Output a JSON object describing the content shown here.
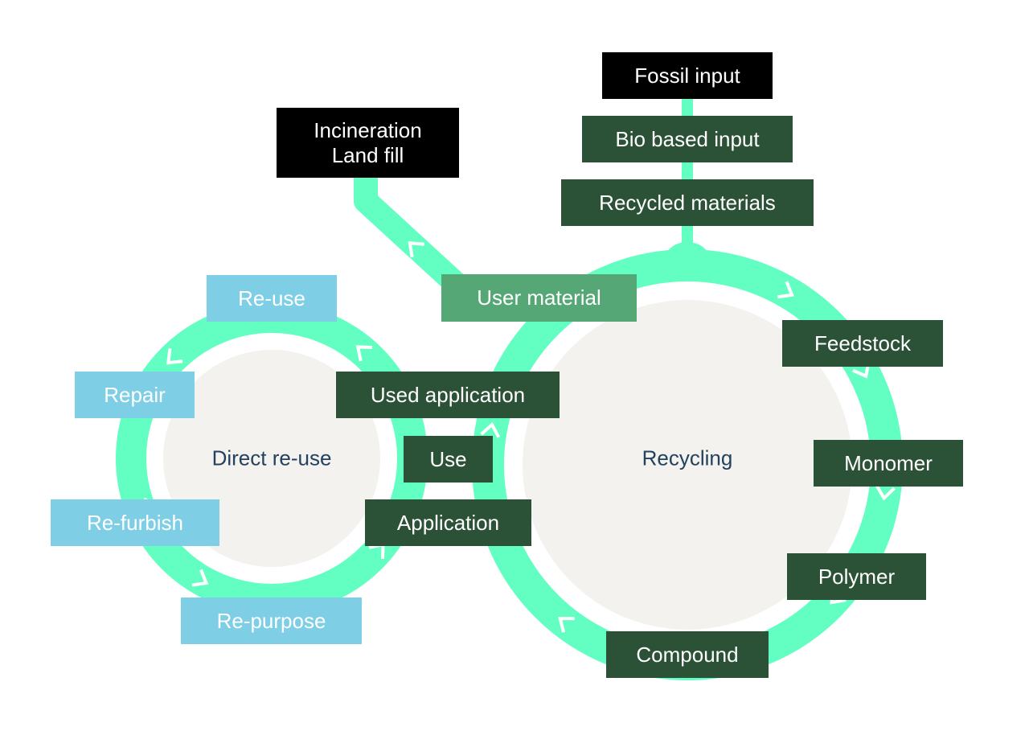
{
  "colors": {
    "flow": "#63ffc2",
    "circle_fill": "#f3f2ef",
    "black_box": "#000000",
    "dark_green_box": "#2b5136",
    "mid_green_box": "#55a776",
    "light_blue_box": "#7ecfe6",
    "center_text": "#24415e"
  },
  "inputs": {
    "fossil": "Fossil input",
    "bio": "Bio based input",
    "recycled": "Recycled materials"
  },
  "disposal": {
    "line1": "Incineration",
    "line2": "Land fill"
  },
  "direct_cycle": {
    "center": "Direct re-use",
    "reuse": "Re-use",
    "repair": "Repair",
    "refurbish": "Re-furbish",
    "repurpose": "Re-purpose"
  },
  "shared": {
    "user_material": "User material",
    "used_application": "Used application",
    "use": "Use",
    "application": "Application"
  },
  "recycling_cycle": {
    "center": "Recycling",
    "feedstock": "Feedstock",
    "monomer": "Monomer",
    "polymer": "Polymer",
    "compound": "Compound"
  }
}
